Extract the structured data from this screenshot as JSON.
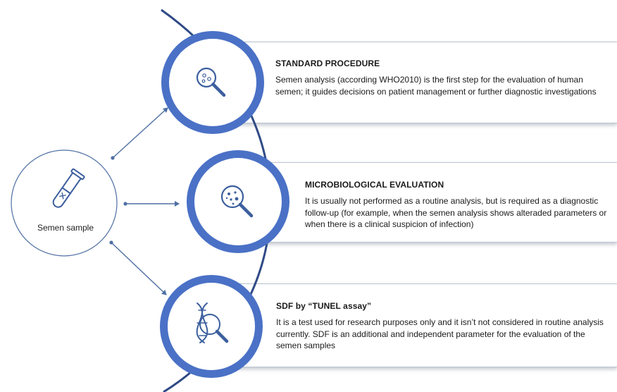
{
  "source": {
    "label": "Semen sample",
    "icon": "test-tube-icon"
  },
  "steps": [
    {
      "title": "STANDARD PROCEDURE",
      "body": "Semen analysis (according WHO2010) is the first step for the evaluation of human semen; it guides decisions on patient management or further diagnostic investigations",
      "icon": "magnifier-cells-icon"
    },
    {
      "title": "MICROBIOLOGICAL EVALUATION",
      "body": "It is usually not performed as a routine analysis, but is required as a diagnostic follow-up (for example, when the semen analysis shows alteraded parameters or when there is a clinical suspicion of infection)",
      "icon": "magnifier-bacteria-icon"
    },
    {
      "title": "SDF by “TUNEL assay”",
      "body": "It is a test used for research purposes only and it isn’t not considered in routine analysis currently. SDF is an additional and independent parameter for the evaluation of the semen samples",
      "icon": "magnifier-dna-icon"
    }
  ],
  "colors": {
    "accent": "#4a71c6",
    "arc": "#2f4a86",
    "connector": "#4f6fa3",
    "icon": "#3c5f9e"
  }
}
